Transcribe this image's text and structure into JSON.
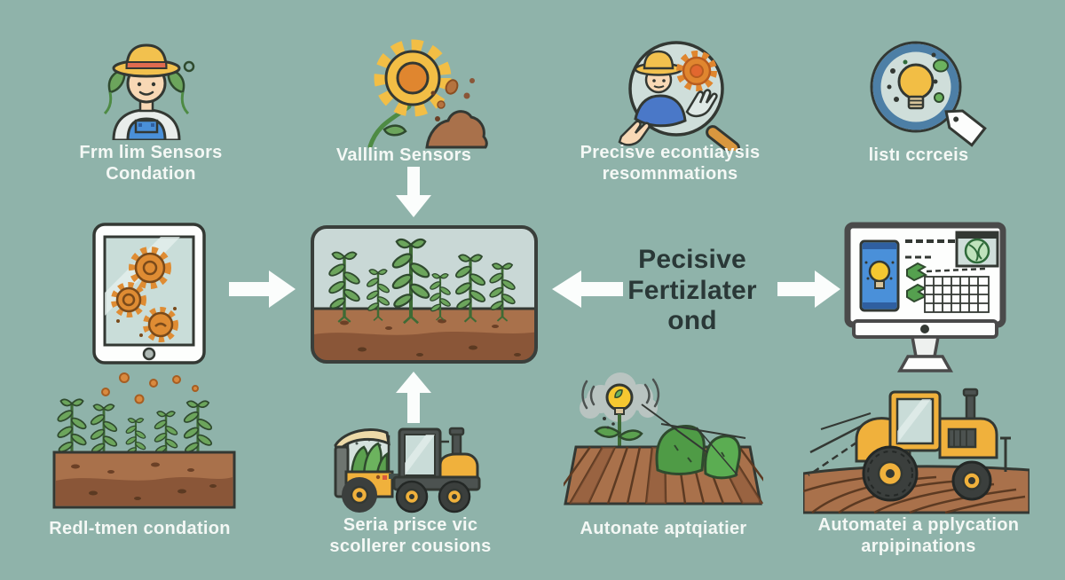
{
  "colors": {
    "background": "#8FB3AA",
    "label_light": "#F4F8F5",
    "label_dark": "#2A3837",
    "arrow_white": "#FBFDFC",
    "outline_dark": "#333833",
    "soil_brown": "#A9714B",
    "soil_dark": "#8A5638",
    "plant_green": "#6CA55C",
    "patch_green": "#4F9B46",
    "tractor_yellow": "#F0B13C",
    "gear_orange": "#E0862F",
    "hat_yellow": "#F2C14E",
    "bulb_yellow": "#F5C831",
    "device_blue": "#4A90D9",
    "magnifier_fill": "#CFDEDA",
    "sky_pale": "#C9D8D6"
  },
  "top_row": [
    {
      "icon": "farmer-icon",
      "label": "Frm lim Sensors\nCondation"
    },
    {
      "icon": "sunflower-gear-icon",
      "label": "Valllim Sensors"
    },
    {
      "icon": "analysis-magnifier-icon",
      "label": "Precisve econtiaysis\nresomnmations"
    },
    {
      "icon": "insight-magnifier-icon",
      "label": "listı ccrceis"
    }
  ],
  "center": {
    "flow_title": "Pecisive\nFertizlater\nond",
    "left_icon": "tablet-gears-icon",
    "middle_icon": "crop-field-plot",
    "right_icon": "monitor-dashboard-icon"
  },
  "arrows": [
    {
      "name": "arrow-down",
      "direction": "down",
      "from": "sunflower-gear-icon",
      "to": "crop-field-plot"
    },
    {
      "name": "arrow-right-1",
      "direction": "right",
      "from": "tablet-gears-icon",
      "to": "crop-field-plot"
    },
    {
      "name": "arrow-left",
      "direction": "left",
      "from": "flow-title",
      "to": "crop-field-plot"
    },
    {
      "name": "arrow-right-2",
      "direction": "right",
      "from": "flow-title",
      "to": "monitor-dashboard-icon"
    },
    {
      "name": "arrow-up",
      "direction": "up",
      "from": "tractor-cart-icon",
      "to": "crop-field-plot"
    }
  ],
  "bottom_row": [
    {
      "icon": "seedlings-soil-icon",
      "label": "Redl-tmen condation"
    },
    {
      "icon": "tractor-cart-icon",
      "label": "Seria prisce vic\nscollerer cousions"
    },
    {
      "icon": "smart-field-icon",
      "label": "Autonate aptqiatier"
    },
    {
      "icon": "spraying-tractor-icon",
      "label": "Automatei a pplycation\narpipinations"
    }
  ]
}
